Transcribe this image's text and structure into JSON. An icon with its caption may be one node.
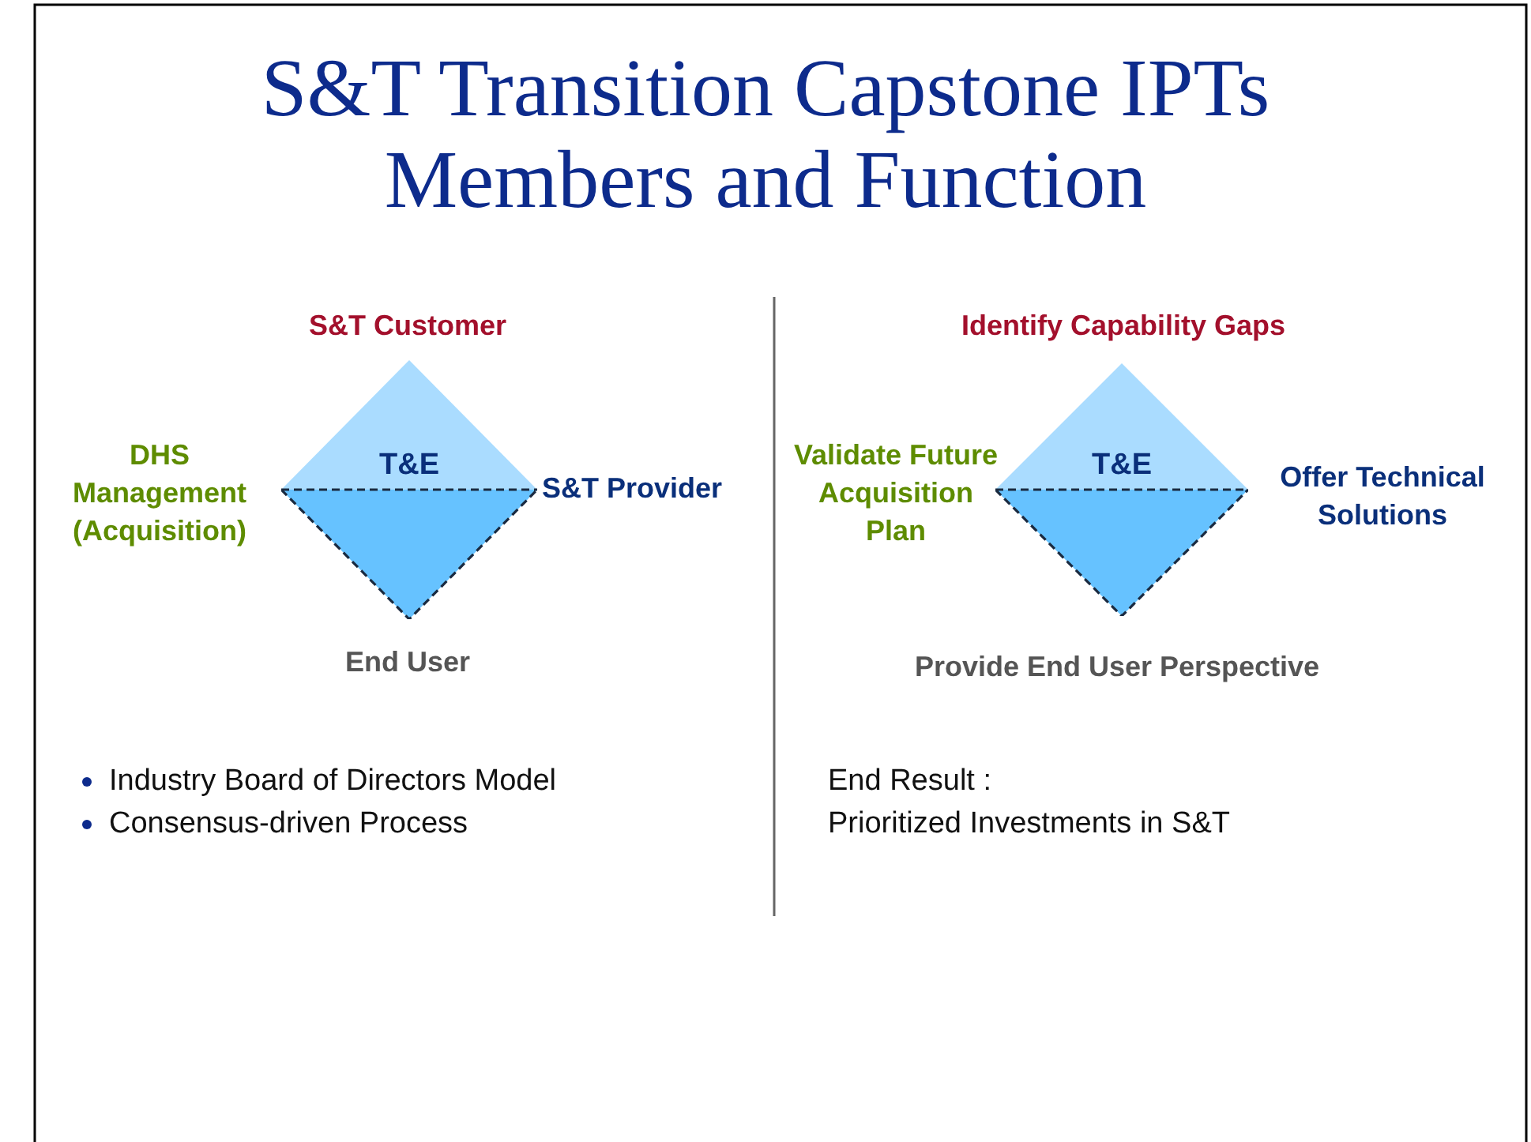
{
  "diagram": {
    "title": "S&T Transition Capstone IPTs Members and Function",
    "nodes": [
      {
        "text": [
          "T&E"
        ],
        "beside": [
          "S&T Customer",
          "DHS Management (Acquisition)",
          "S&T Provider",
          "End User"
        ]
      },
      {
        "text": [
          "T&E"
        ],
        "beside": [
          "Identify Capability Gaps",
          "Validate Future Acquisition Plan",
          "Offer Technical Solutions",
          "Provide End User Perspective"
        ]
      }
    ],
    "labels": [
      "Industry Board of Directors Model",
      "Consensus-driven Process",
      "End Result :",
      "Prioritized Investments in S&T"
    ]
  }
}
